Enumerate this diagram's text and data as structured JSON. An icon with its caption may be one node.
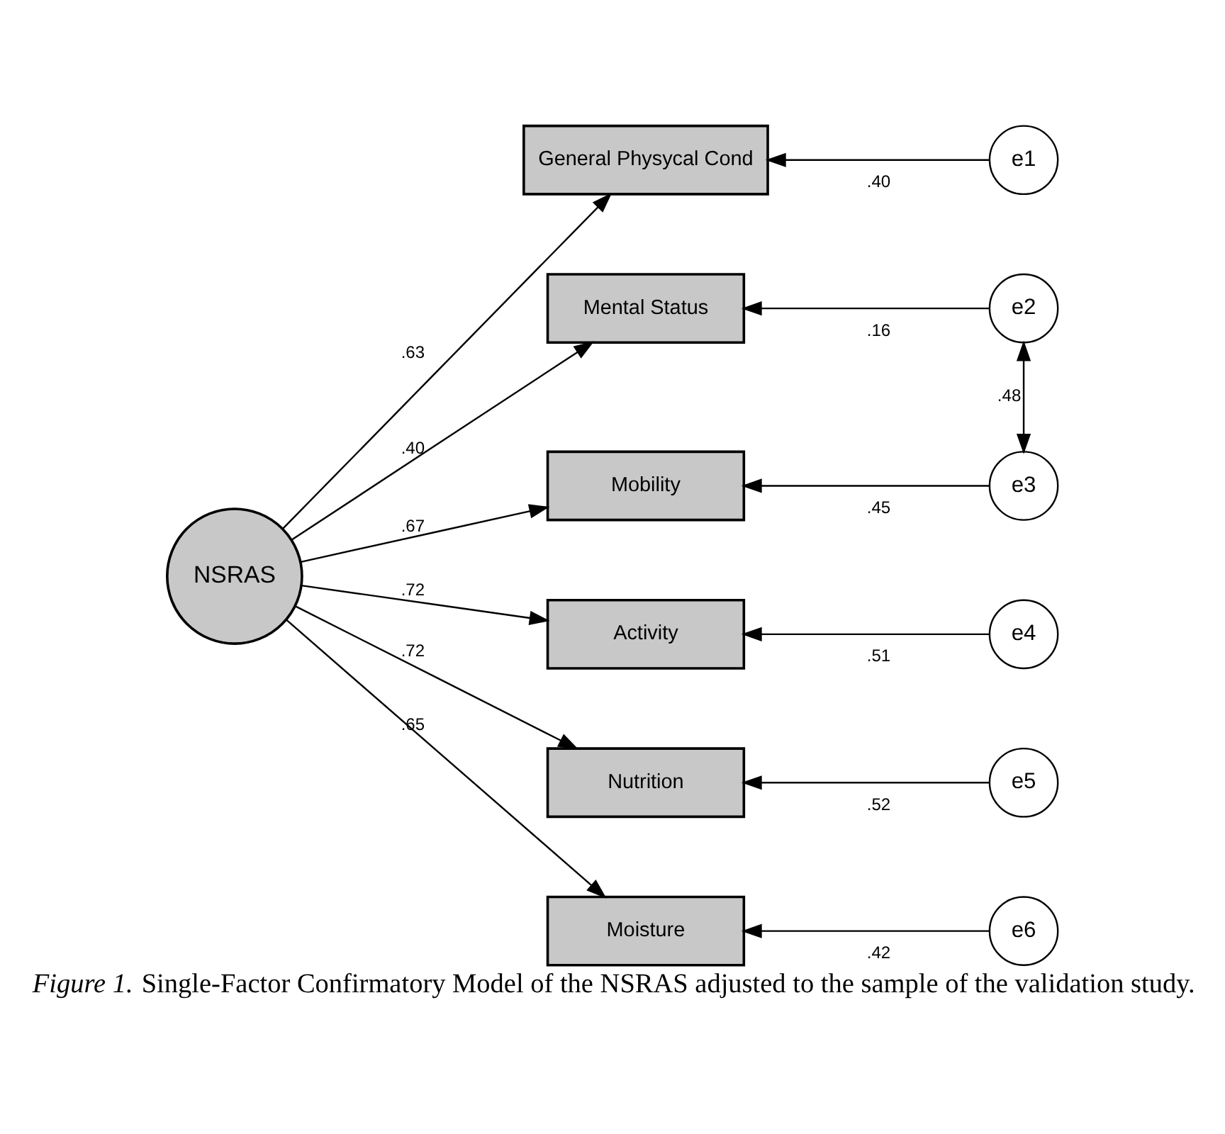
{
  "diagram": {
    "caption": "*Figure 1.* Single-Factor Confirmatory Model of the NSRAS adjusted to the sample of the validation study.",
    "nodes": [
      {
        "text": [
          "NSRAS"
        ]
      },
      {
        "text": [
          "General Physycal Cond"
        ]
      },
      {
        "text": [
          "Mental Status"
        ]
      },
      {
        "text": [
          "Mobility"
        ]
      },
      {
        "text": [
          "Activity"
        ]
      },
      {
        "text": [
          "Nutrition"
        ]
      },
      {
        "text": [
          "Moisture"
        ]
      },
      {
        "text": [
          "e1"
        ]
      },
      {
        "text": [
          "e2"
        ]
      },
      {
        "text": [
          "e3"
        ]
      },
      {
        "text": [
          "e4"
        ]
      },
      {
        "text": [
          "e5"
        ]
      },
      {
        "text": [
          "e6"
        ]
      }
    ],
    "edges": [
      {
        "from": 0,
        "to": 1,
        "arrow": "to",
        "label": ".63"
      },
      {
        "from": 0,
        "to": 2,
        "arrow": "to",
        "label": ".40"
      },
      {
        "from": 0,
        "to": 3,
        "arrow": "to",
        "label": ".67"
      },
      {
        "from": 0,
        "to": 4,
        "arrow": "to",
        "label": ".72"
      },
      {
        "from": 0,
        "to": 5,
        "arrow": "to",
        "label": ".72"
      },
      {
        "from": 0,
        "to": 6,
        "arrow": "to",
        "label": ".65"
      },
      {
        "from": 7,
        "to": 1,
        "arrow": "to",
        "label": ".40"
      },
      {
        "from": 8,
        "to": 2,
        "arrow": "to",
        "label": ".16"
      },
      {
        "from": 9,
        "to": 3,
        "arrow": "to",
        "label": ".45"
      },
      {
        "from": 10,
        "to": 4,
        "arrow": "to",
        "label": ".51"
      },
      {
        "from": 11,
        "to": 5,
        "arrow": "to",
        "label": ".52"
      },
      {
        "from": 12,
        "to": 6,
        "arrow": "to",
        "label": ".42"
      },
      {
        "from": 8,
        "to": 9,
        "arrow": "both",
        "label": ".48"
      }
    ]
  }
}
